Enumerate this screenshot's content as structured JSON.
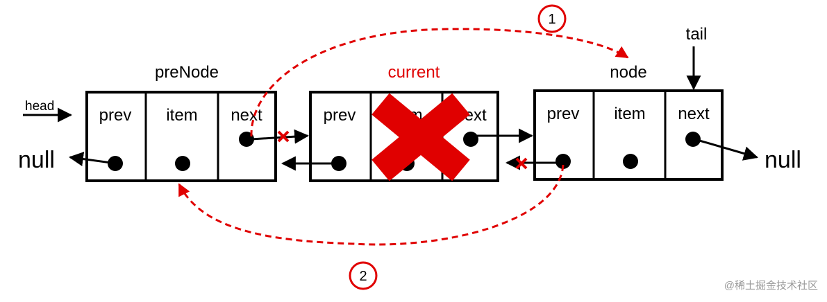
{
  "labels": {
    "head": "head",
    "tail": "tail",
    "null_left": "null",
    "null_right": "null"
  },
  "nodes": [
    {
      "name": "preNode",
      "color": "#000000",
      "cells": [
        "prev",
        "item",
        "next"
      ]
    },
    {
      "name": "current",
      "color": "#e00000",
      "cells": [
        "prev",
        "item",
        "next"
      ]
    },
    {
      "name": "node",
      "color": "#000000",
      "cells": [
        "prev",
        "item",
        "next"
      ]
    }
  ],
  "steps": [
    "1",
    "2"
  ],
  "colors": {
    "accent": "#e00000",
    "line": "#000000"
  },
  "watermark": "@稀土掘金技术社区"
}
